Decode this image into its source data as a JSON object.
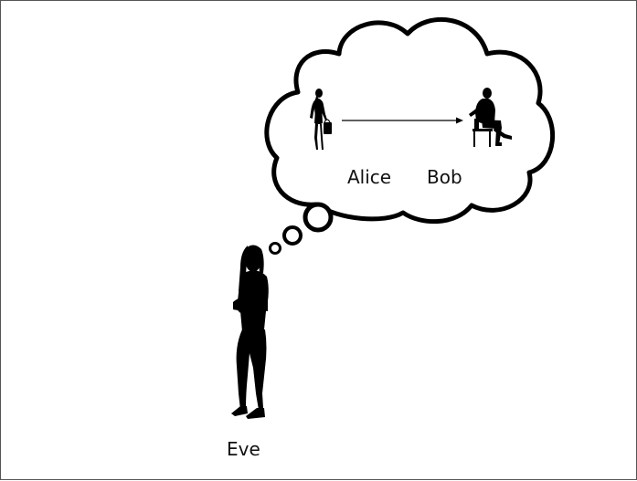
{
  "labels": {
    "alice": "Alice",
    "bob": "Bob",
    "eve": "Eve"
  },
  "colors": {
    "ink": "#000000",
    "frame": "#555555",
    "background": "#ffffff"
  },
  "icons": [
    "thought-cloud",
    "thought-bubble",
    "woman-silhouette",
    "seated-man-silhouette",
    "arrow"
  ]
}
